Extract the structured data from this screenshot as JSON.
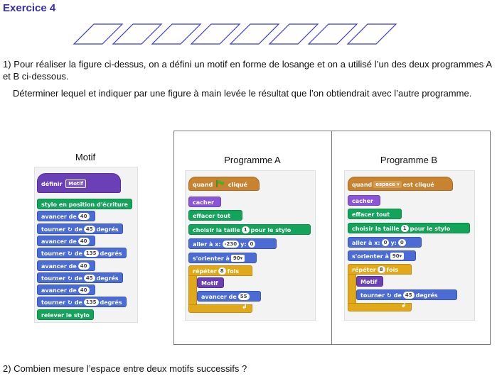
{
  "title": "Exercice 4",
  "q1_line1": "1) Pour réaliser la figure ci-dessus, on a défini un motif en forme de losange et on a utilisé l’un des deux programmes A et B ci-dessous.",
  "q1_line2": "Déterminer lequel et indiquer par une figure à main levée le résultat que l’on obtiendrait avec l’autre programme.",
  "q2": "2) Combien mesure l’espace entre deux motifs successifs ?",
  "figure": {
    "diamond_count": 8,
    "stroke_color": "#3b3bd6"
  },
  "motif": {
    "caption": "Motif",
    "define_label": "définir",
    "define_name": "Motif",
    "blocks": [
      {
        "text": "stylo en position d'écriture",
        "kind": "pen"
      },
      {
        "text": "avancer de",
        "val": "40",
        "kind": "mot"
      },
      {
        "text": "tourner",
        "val": "45",
        "after": "degrés",
        "kind": "mot",
        "turn": true
      },
      {
        "text": "avancer de",
        "val": "40",
        "kind": "mot"
      },
      {
        "text": "tourner",
        "val": "135",
        "after": "degrés",
        "kind": "mot",
        "turn": true
      },
      {
        "text": "avancer de",
        "val": "40",
        "kind": "mot"
      },
      {
        "text": "tourner",
        "val": "45",
        "after": "degrés",
        "kind": "mot",
        "turn": true
      },
      {
        "text": "avancer de",
        "val": "40",
        "kind": "mot"
      },
      {
        "text": "tourner",
        "val": "135",
        "after": "degrés",
        "kind": "mot",
        "turn": true
      },
      {
        "text": "relever le stylo",
        "kind": "pen"
      }
    ]
  },
  "progA": {
    "caption": "Programme A",
    "hat_quand": "quand",
    "hat_clique": "cliqué",
    "cacher": "cacher",
    "effacer": "effacer tout",
    "taille_a": "choisir la taille",
    "taille_val": "1",
    "taille_b": "pour le stylo",
    "aller": "aller à x:",
    "x_val": "-230",
    "y_label": "y:",
    "y_val": "0",
    "orienter": "s'orienter à",
    "orient_val": "90▾",
    "repeter": "répéter",
    "rep_val": "8",
    "fois": "fois",
    "motif": "Motif",
    "avancer": "avancer de",
    "av_val": "55",
    "loop_arrow": "↲"
  },
  "progB": {
    "caption": "Programme B",
    "hat_quand": "quand",
    "hat_key": "espace ▾",
    "hat_end": "est cliqué",
    "cacher": "cacher",
    "effacer": "effacer tout",
    "taille_a": "choisir la taille",
    "taille_val": "1",
    "taille_b": "pour le stylo",
    "aller": "aller à x:",
    "x_val": "0",
    "y_label": "y:",
    "y_val": "0",
    "orienter": "s'orienter à",
    "orient_val": "90▾",
    "repeter": "répéter",
    "rep_val": "8",
    "fois": "fois",
    "motif": "Motif",
    "tourner": "tourner",
    "turn_icon": "↻",
    "de": "de",
    "t_val": "45",
    "degres": "degrés",
    "loop_arrow": "↲"
  }
}
